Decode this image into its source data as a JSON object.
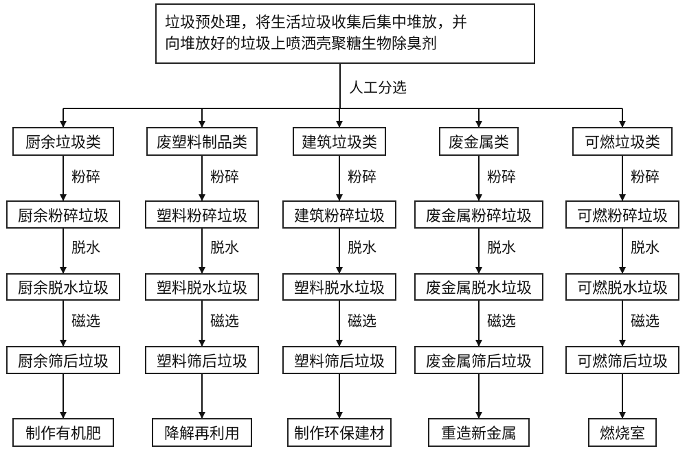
{
  "top": {
    "line1": "垃圾预处理，将生活垃圾收集后集中堆放，并",
    "line2": "向堆放好的垃圾上喷洒壳聚糖生物除臭剂"
  },
  "split_label": "人工分选",
  "step_labels": [
    "粉碎",
    "脱水",
    "磁选"
  ],
  "columns": [
    {
      "category": "厨余垃圾类",
      "crushed": "厨余粉碎垃圾",
      "dewatered": "厨余脱水垃圾",
      "screened": "厨余筛后垃圾",
      "output": "制作有机肥"
    },
    {
      "category": "废塑料制品类",
      "crushed": "塑料粉碎垃圾",
      "dewatered": "塑料脱水垃圾",
      "screened": "塑料筛后垃圾",
      "output": "降解再利用"
    },
    {
      "category": "建筑垃圾类",
      "crushed": "建筑粉碎垃圾",
      "dewatered": "塑料脱水垃圾",
      "screened": "塑料筛后垃圾",
      "output": "制作环保建材"
    },
    {
      "category": "废金属类",
      "crushed": "废金属粉碎垃圾",
      "dewatered": "废金属脱水垃圾",
      "screened": "废金属筛后垃圾",
      "output": "重造新金属"
    },
    {
      "category": "可燃垃圾类",
      "crushed": "可燃粉碎垃圾",
      "dewatered": "可燃脱水垃圾",
      "screened": "可燃筛后垃圾",
      "output": "燃烧室"
    }
  ]
}
